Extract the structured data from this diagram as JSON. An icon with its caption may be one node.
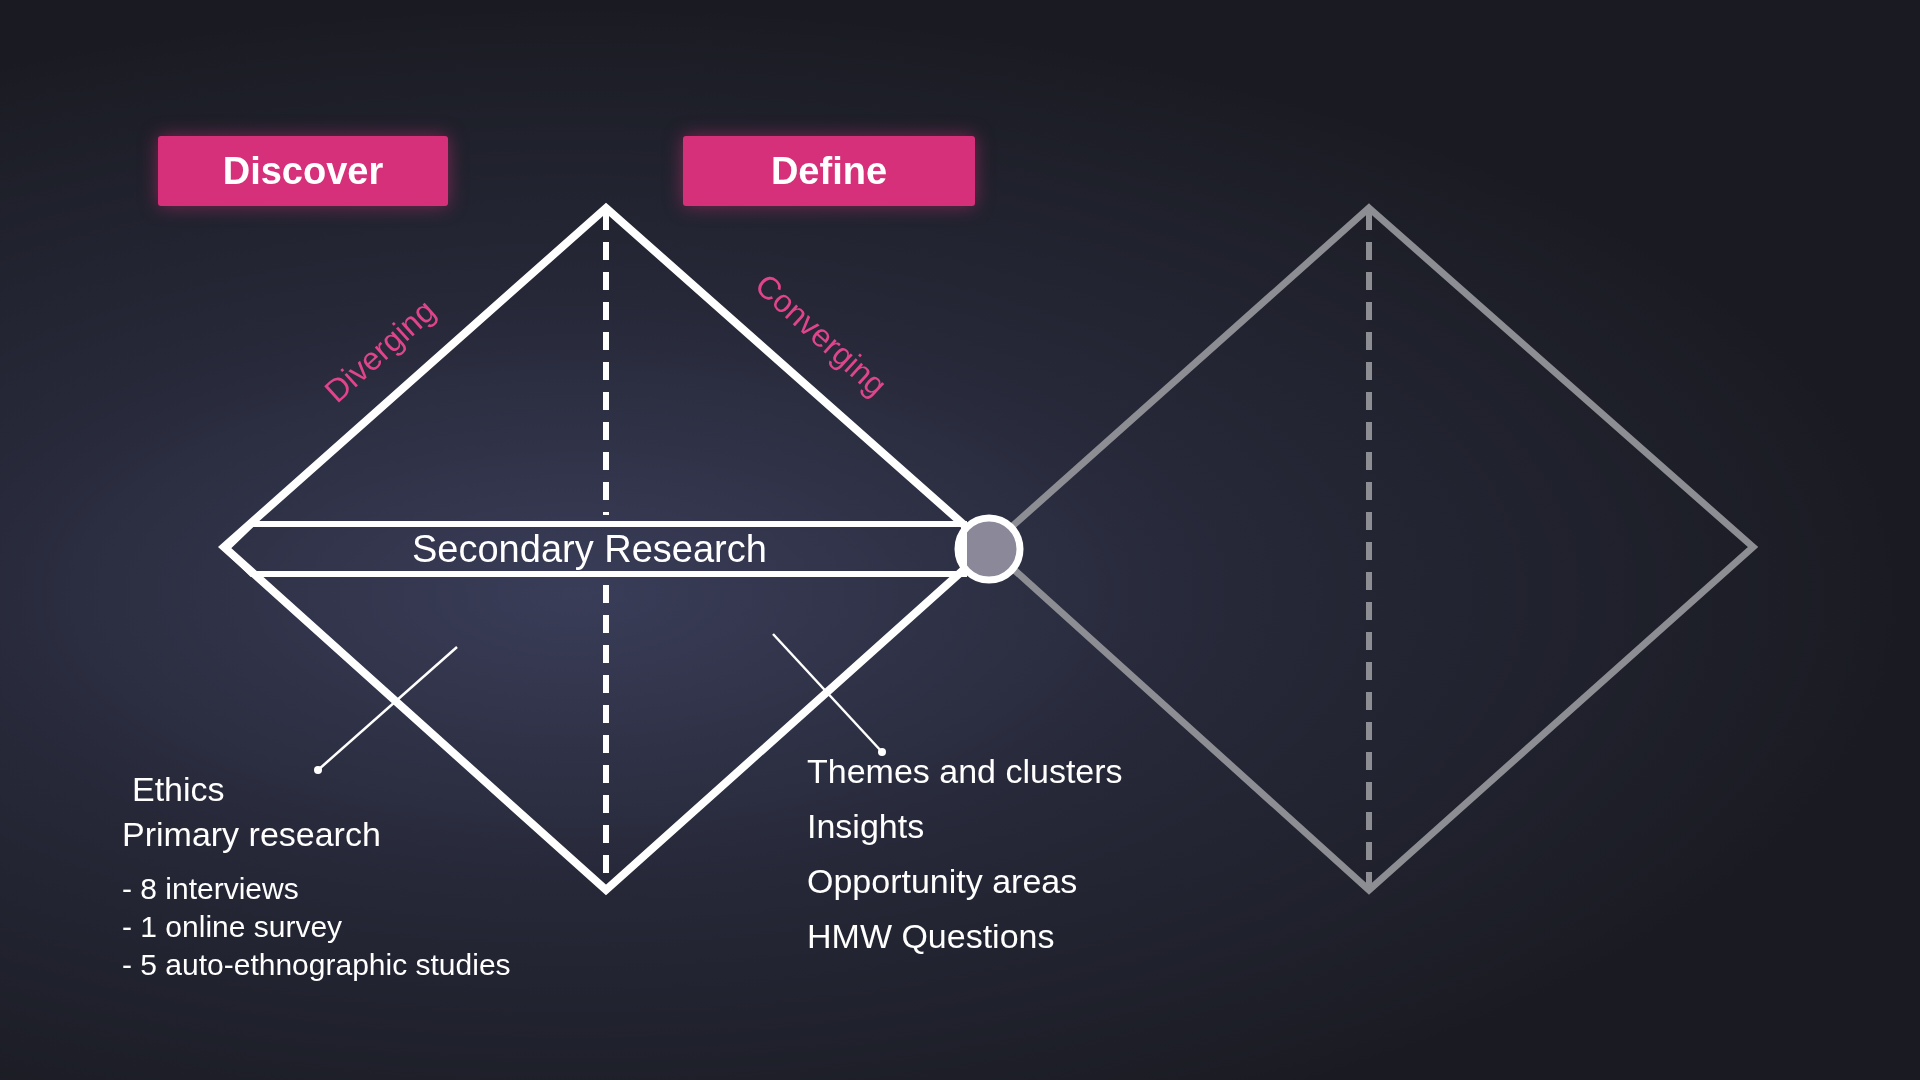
{
  "diagram": {
    "nodes": [
      {
        "text": [
          "Discover"
        ]
      },
      {
        "text": [
          "Define"
        ]
      },
      {
        "text": [
          "Secondary Research"
        ]
      },
      {
        "text": [
          "Ethics",
          "Primary research"
        ]
      },
      {
        "text": [
          "Themes and clusters",
          "Insights",
          "Opportunity areas",
          "HMW Questions"
        ]
      }
    ],
    "edges": [
      {
        "from": 3,
        "to": null,
        "arrow": "other"
      },
      {
        "from": 4,
        "to": null,
        "arrow": "other"
      }
    ],
    "labels": [
      "Diverging",
      "Converging",
      "- 8 interviews",
      "- 1 online survey",
      "- 5 auto-ethnographic studies"
    ]
  }
}
